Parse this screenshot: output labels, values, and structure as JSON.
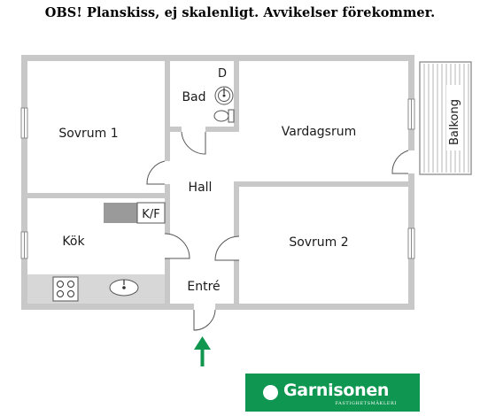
{
  "notice": "OBS! Planskiss, ej skalenligt. Avvikelser förekommer.",
  "rooms": {
    "sovrum1": "Sovrum 1",
    "bad": "Bad",
    "dryer": "D",
    "vardagsrum": "Vardagsrum",
    "balkong": "Balkong",
    "hall": "Hall",
    "kf": "K/F",
    "kok": "Kök",
    "sovrum2": "Sovrum 2",
    "entre": "Entré"
  },
  "logo": {
    "name": "Garnisonen",
    "tagline": "FASTIGHETSMÄKLERI"
  },
  "colors": {
    "wall": "#c8c8c8",
    "counter": "#d7d7d7",
    "fridge": "#9a9a9a",
    "entrance_arrow": "#10964e",
    "brand": "#0f9650"
  },
  "icons": [
    "entrance-arrow-icon",
    "stove-icon",
    "kitchen-sink-icon",
    "bathroom-sink-icon",
    "toilet-icon",
    "door-swing-icon",
    "window-icon"
  ]
}
